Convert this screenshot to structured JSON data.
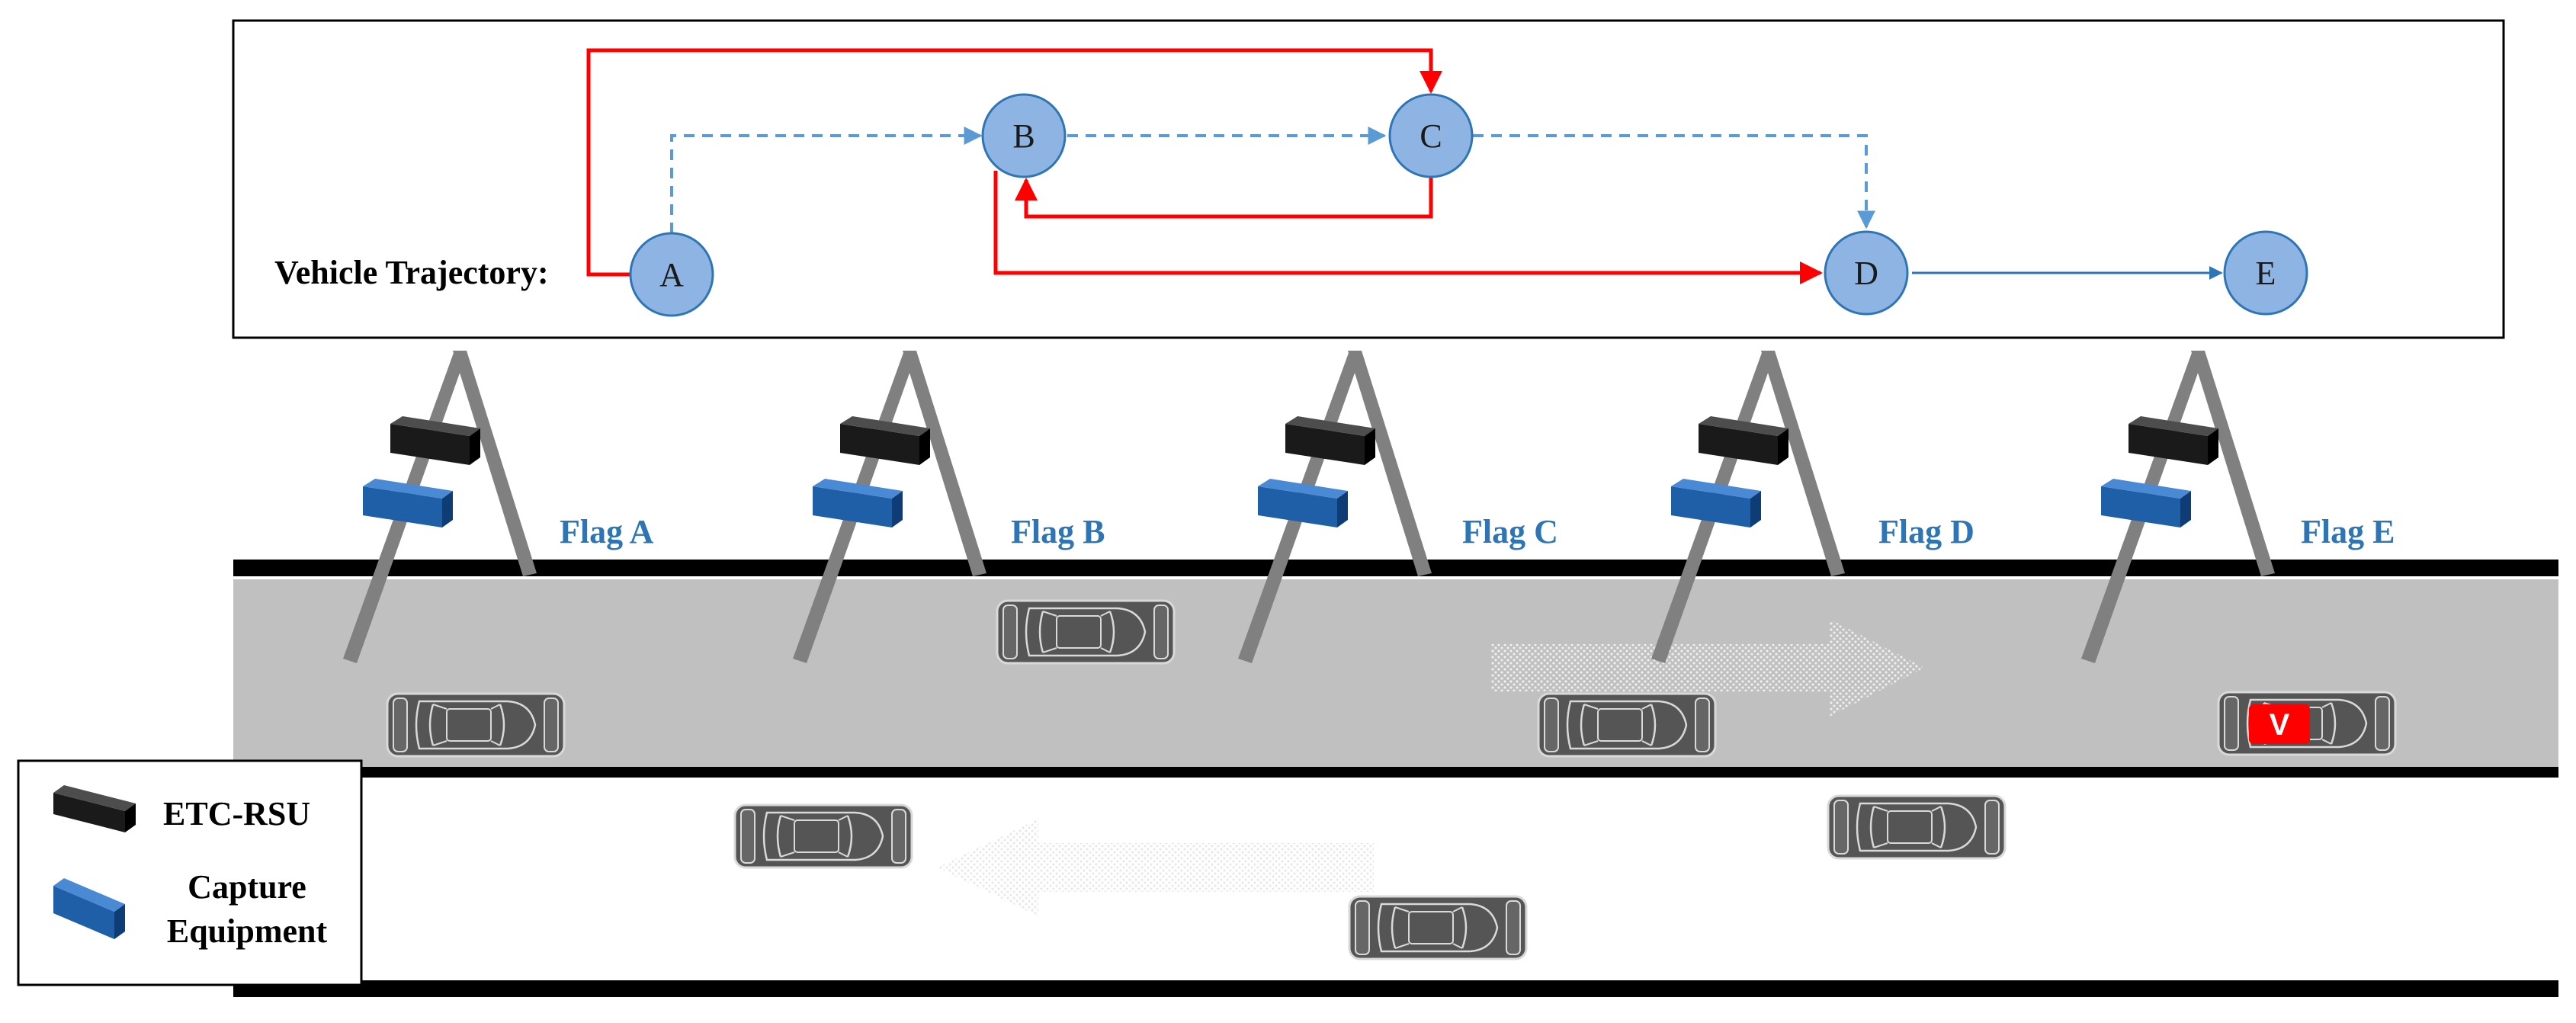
{
  "trajectory": {
    "title": "Vehicle Trajectory:",
    "nodes": [
      {
        "id": "A",
        "label": "A"
      },
      {
        "id": "B",
        "label": "B"
      },
      {
        "id": "C",
        "label": "C"
      },
      {
        "id": "D",
        "label": "D"
      },
      {
        "id": "E",
        "label": "E"
      }
    ],
    "edges": [
      {
        "from": "A",
        "to": "C",
        "style": "solid",
        "color": "#ff0000"
      },
      {
        "from": "A",
        "to": "B",
        "style": "dashed",
        "color": "#5b9bd5"
      },
      {
        "from": "B",
        "to": "C",
        "style": "dashed",
        "color": "#5b9bd5"
      },
      {
        "from": "C",
        "to": "B",
        "style": "solid",
        "color": "#ff0000"
      },
      {
        "from": "C",
        "to": "D",
        "style": "dashed",
        "color": "#5b9bd5"
      },
      {
        "from": "B",
        "to": "D",
        "style": "solid",
        "color": "#ff0000"
      },
      {
        "from": "D",
        "to": "E",
        "style": "solid",
        "color": "#2e75b6"
      }
    ]
  },
  "gantries": [
    {
      "label": "Flag A"
    },
    {
      "label": "Flag B"
    },
    {
      "label": "Flag C"
    },
    {
      "label": "Flag D"
    },
    {
      "label": "Flag E"
    }
  ],
  "highlighted_vehicle": {
    "label": "V",
    "color": "#ff0000"
  },
  "legend": {
    "etc_rsu": "ETC-RSU",
    "capture_line1": "Capture",
    "capture_line2": "Equipment"
  },
  "colors": {
    "node_fill": "#8eb4e3",
    "node_stroke": "#2e75b6",
    "solid_path": "#ff0000",
    "dashed_path": "#5b9bd5",
    "flag_text": "#2e75b6",
    "road": "#c0c0c0",
    "car": "#555555"
  }
}
